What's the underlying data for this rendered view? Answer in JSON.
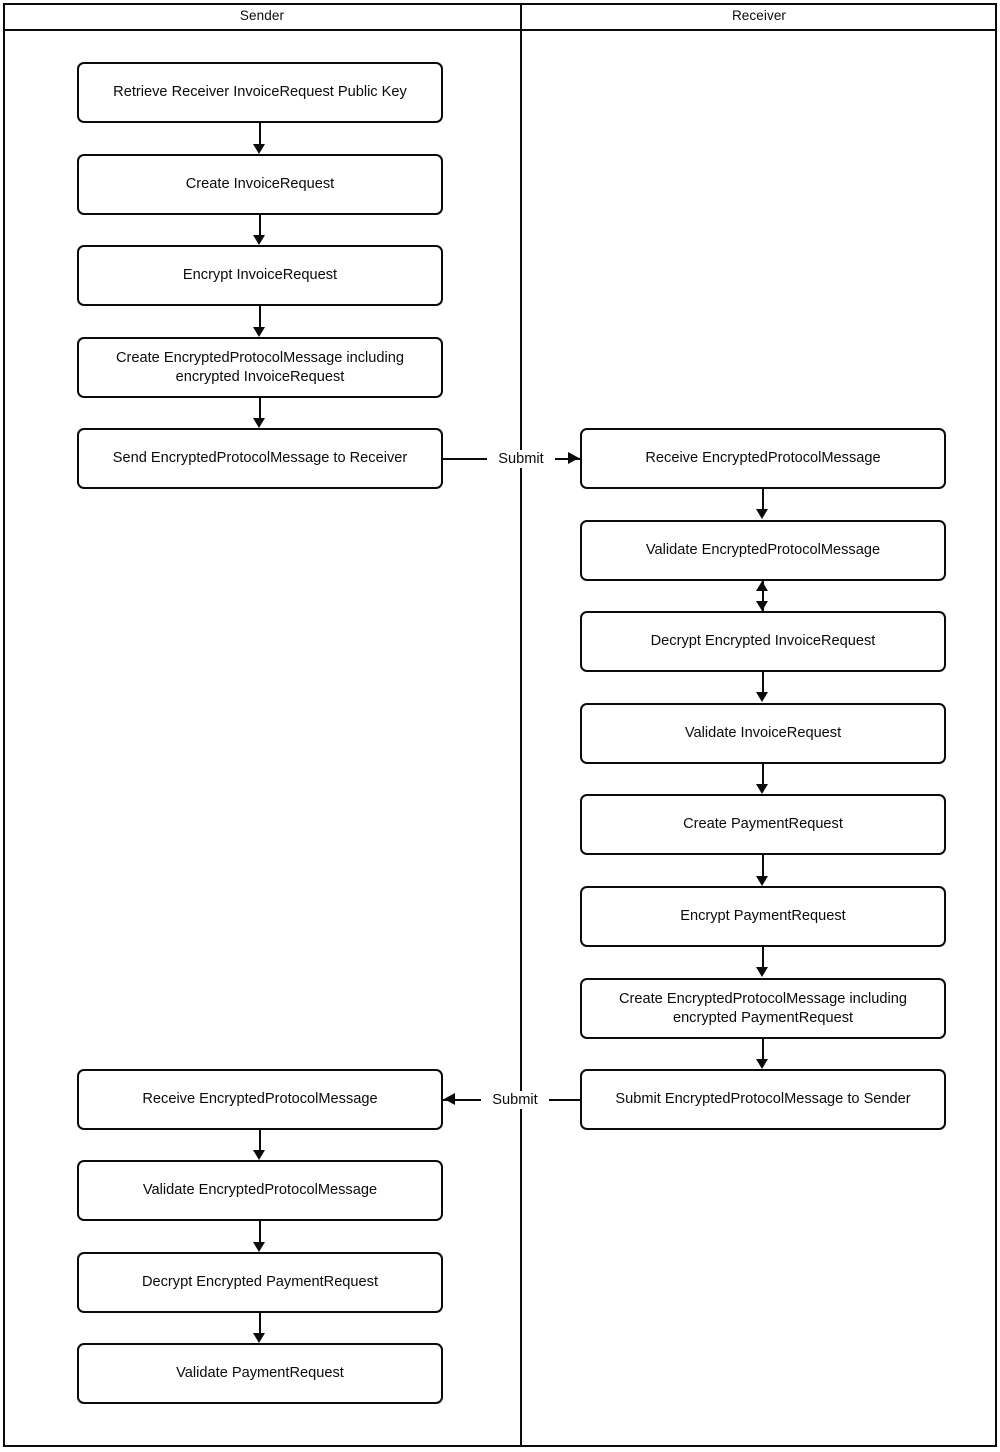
{
  "diagram": {
    "title_sender": "Sender",
    "title_receiver": "Receiver",
    "lanes": [
      {
        "name": "Sender",
        "nodes": [
          {
            "id": "s1",
            "label": "Retrieve Receiver InvoiceRequest Public Key"
          },
          {
            "id": "s2",
            "label": "Create InvoiceRequest"
          },
          {
            "id": "s3",
            "label": "Encrypt InvoiceRequest"
          },
          {
            "id": "s4",
            "label": "Create EncryptedProtocolMessage including encrypted InvoiceRequest"
          },
          {
            "id": "s5",
            "label": "Send EncryptedProtocolMessage to Receiver"
          },
          {
            "id": "s6",
            "label": "Receive EncryptedProtocolMessage"
          },
          {
            "id": "s7",
            "label": "Validate EncryptedProtocolMessage"
          },
          {
            "id": "s8",
            "label": "Decrypt Encrypted PaymentRequest"
          },
          {
            "id": "s9",
            "label": "Validate PaymentRequest"
          }
        ]
      },
      {
        "name": "Receiver",
        "nodes": [
          {
            "id": "r1",
            "label": "Receive EncryptedProtocolMessage"
          },
          {
            "id": "r2",
            "label": "Validate EncryptedProtocolMessage"
          },
          {
            "id": "r3",
            "label": "Decrypt Encrypted InvoiceRequest"
          },
          {
            "id": "r4",
            "label": "Validate InvoiceRequest"
          },
          {
            "id": "r5",
            "label": "Create PaymentRequest"
          },
          {
            "id": "r6",
            "label": "Encrypt PaymentRequest"
          },
          {
            "id": "r7",
            "label": "Create EncryptedProtocolMessage including encrypted PaymentRequest"
          },
          {
            "id": "r8",
            "label": "Submit EncryptedProtocolMessage to Sender"
          }
        ]
      }
    ],
    "edge_labels": {
      "submit_to_receiver": "Submit",
      "submit_to_sender": "Submit"
    },
    "colors": {
      "stroke": "#0b0b0b",
      "fill": "#ffffff",
      "text": "#0b0b0b"
    }
  }
}
